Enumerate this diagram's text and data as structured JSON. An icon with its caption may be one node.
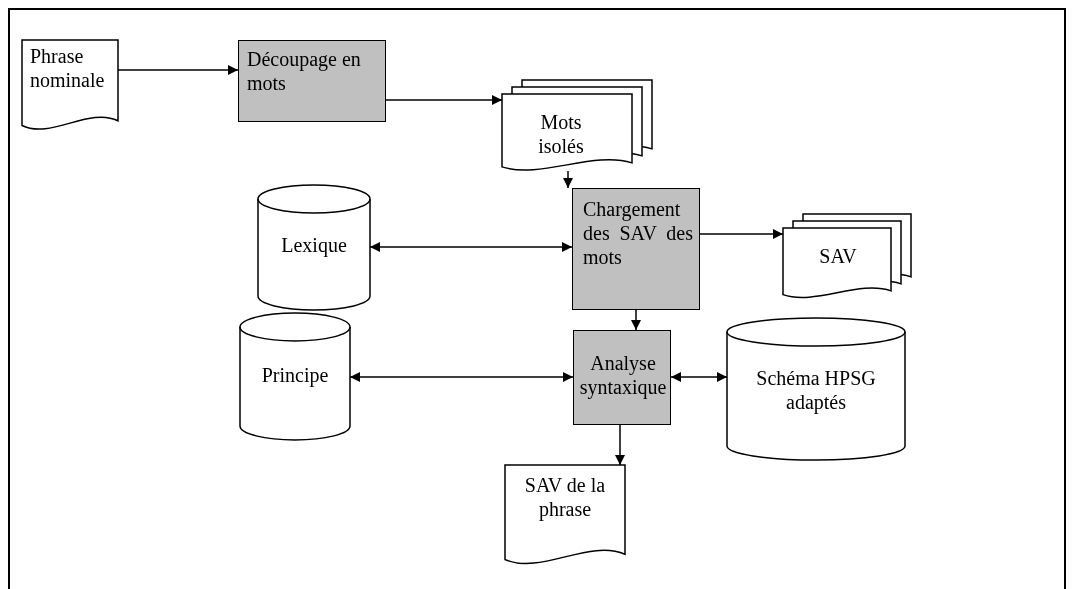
{
  "diagram": {
    "nodes": [
      {
        "text": [
          "Phrase nominale"
        ]
      },
      {
        "text": [
          "Découpage en mots"
        ]
      },
      {
        "text": [
          "Mots isolés"
        ]
      },
      {
        "text": [
          "Lexique"
        ]
      },
      {
        "text": [
          "Chargement des SAV des mots"
        ]
      },
      {
        "text": [
          "SAV"
        ]
      },
      {
        "text": [
          "Principe"
        ]
      },
      {
        "text": [
          "Analyse syntaxique"
        ]
      },
      {
        "text": [
          "Schéma HPSG adaptés"
        ]
      },
      {
        "text": [
          "SAV de la phrase"
        ]
      }
    ],
    "edges": [
      {
        "from": 0,
        "to": 1,
        "arrow": "to"
      },
      {
        "from": 1,
        "to": 2,
        "arrow": "to"
      },
      {
        "from": 2,
        "to": 4,
        "arrow": "to"
      },
      {
        "from": 3,
        "to": 4,
        "arrow": "both"
      },
      {
        "from": 4,
        "to": 5,
        "arrow": "to"
      },
      {
        "from": 4,
        "to": 7,
        "arrow": "to"
      },
      {
        "from": 6,
        "to": 7,
        "arrow": "both"
      },
      {
        "from": 7,
        "to": 8,
        "arrow": "both"
      },
      {
        "from": 7,
        "to": 9,
        "arrow": "to"
      }
    ]
  }
}
